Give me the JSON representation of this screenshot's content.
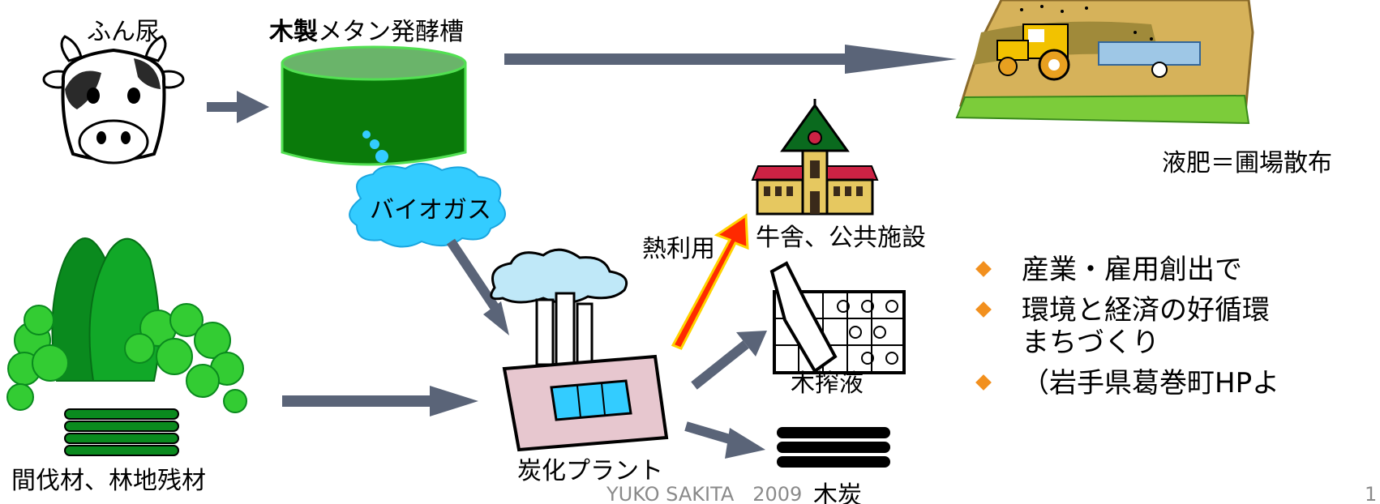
{
  "labels": {
    "manure": "ふん尿",
    "tank_bold": "木製",
    "tank_rest": "メタン発酵槽",
    "biogas": "バイオガス",
    "thinned_wood": "間伐材、林地残材",
    "plant": "炭化プラント",
    "heat_use": "熱利用",
    "barn_public": "牛舎、公共施設",
    "wood_vinegar": "木搾液",
    "charcoal": "木炭",
    "liquid_fertilizer": "液肥＝圃場散布"
  },
  "bullets": [
    "産業・雇用創出で",
    "環境と経済の好循環",
    "まちづくり",
    "（岩手県葛巻町HPよ"
  ],
  "footer": {
    "author": "YUKO SAKITA   2009",
    "page": "1"
  },
  "colors": {
    "tank_green": "#0a7a0a",
    "tank_top": "#6ab46a",
    "cloud": "#33ccff",
    "arrow": "#5a6478",
    "heat_arrow_fill": "#ff2a00",
    "heat_arrow_edge": "#ffd200",
    "bullet_diamond": "#f2901e",
    "tree_dark": "#0a8a1e",
    "tree_light": "#33cc33"
  },
  "icons": [
    "cow-icon",
    "methane-tank-icon",
    "biogas-cloud-icon",
    "forest-icon",
    "carbonization-plant-icon",
    "public-building-icon",
    "wood-vinegar-icon",
    "charcoal-icon",
    "tractor-field-icon"
  ]
}
